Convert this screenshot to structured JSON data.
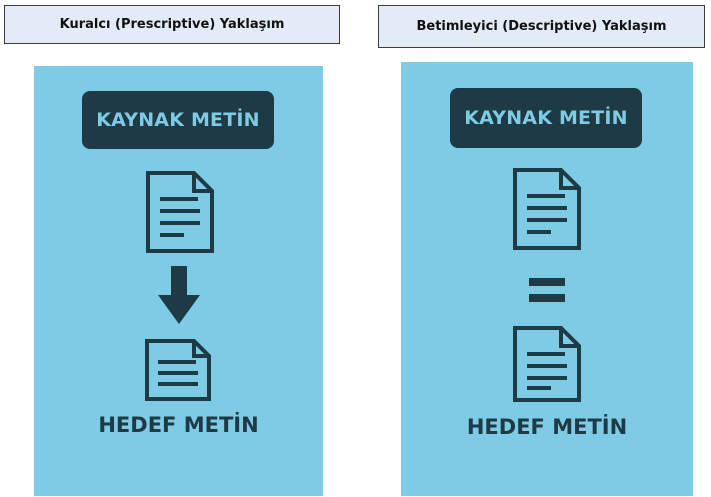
{
  "left": {
    "header": "Kuralcı (Prescriptive) Yaklaşım",
    "source_label": "KAYNAK METİN",
    "target_label": "HEDEF METİN",
    "connector_icon": "arrow-down-icon"
  },
  "right": {
    "header": "Betimleyici (Descriptive) Yaklaşım",
    "source_label": "KAYNAK METİN",
    "target_label": "HEDEF METİN",
    "connector_icon": "equals-icon"
  },
  "colors": {
    "panel": "#7ecbe5",
    "dark": "#1e3a44",
    "header_bg": "#e3ebf6"
  }
}
